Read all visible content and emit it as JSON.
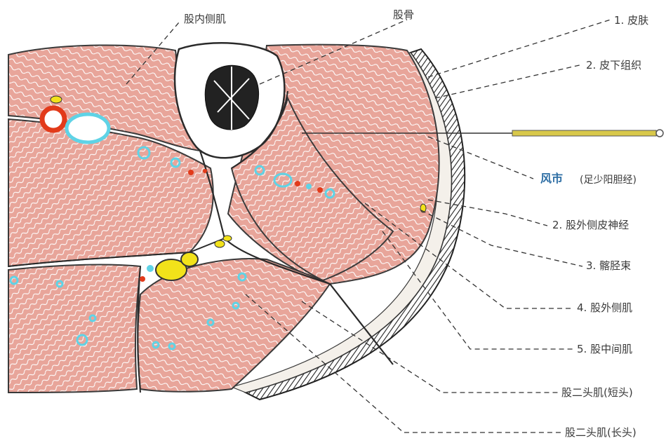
{
  "labels": {
    "vastus_medialis": "股内侧肌",
    "femur": "股骨",
    "skin": "1. 皮肤",
    "subcutaneous": "2. 皮下组织",
    "acupoint_name": "风市",
    "acupoint_meridian": "(足少阳胆经)",
    "lat_femoral_cutaneous_nerve": "2. 股外侧皮神经",
    "iliotibial_tract": "3. 髂胫束",
    "vastus_lateralis": "4. 股外侧肌",
    "vastus_intermedius": "5. 股中间肌",
    "biceps_short": "股二头肌(短头)",
    "biceps_long": "股二头肌(长头)"
  },
  "colors": {
    "muscle": "#e8a59a",
    "muscle_stripe": "#ffffff",
    "fascia": "#3a3a3a",
    "vessel_vein": "#5fd3e6",
    "artery": "#e23a1a",
    "nerve": "#f2e21a",
    "needle": "#d8c84a",
    "accent": "#2f6fa5"
  }
}
